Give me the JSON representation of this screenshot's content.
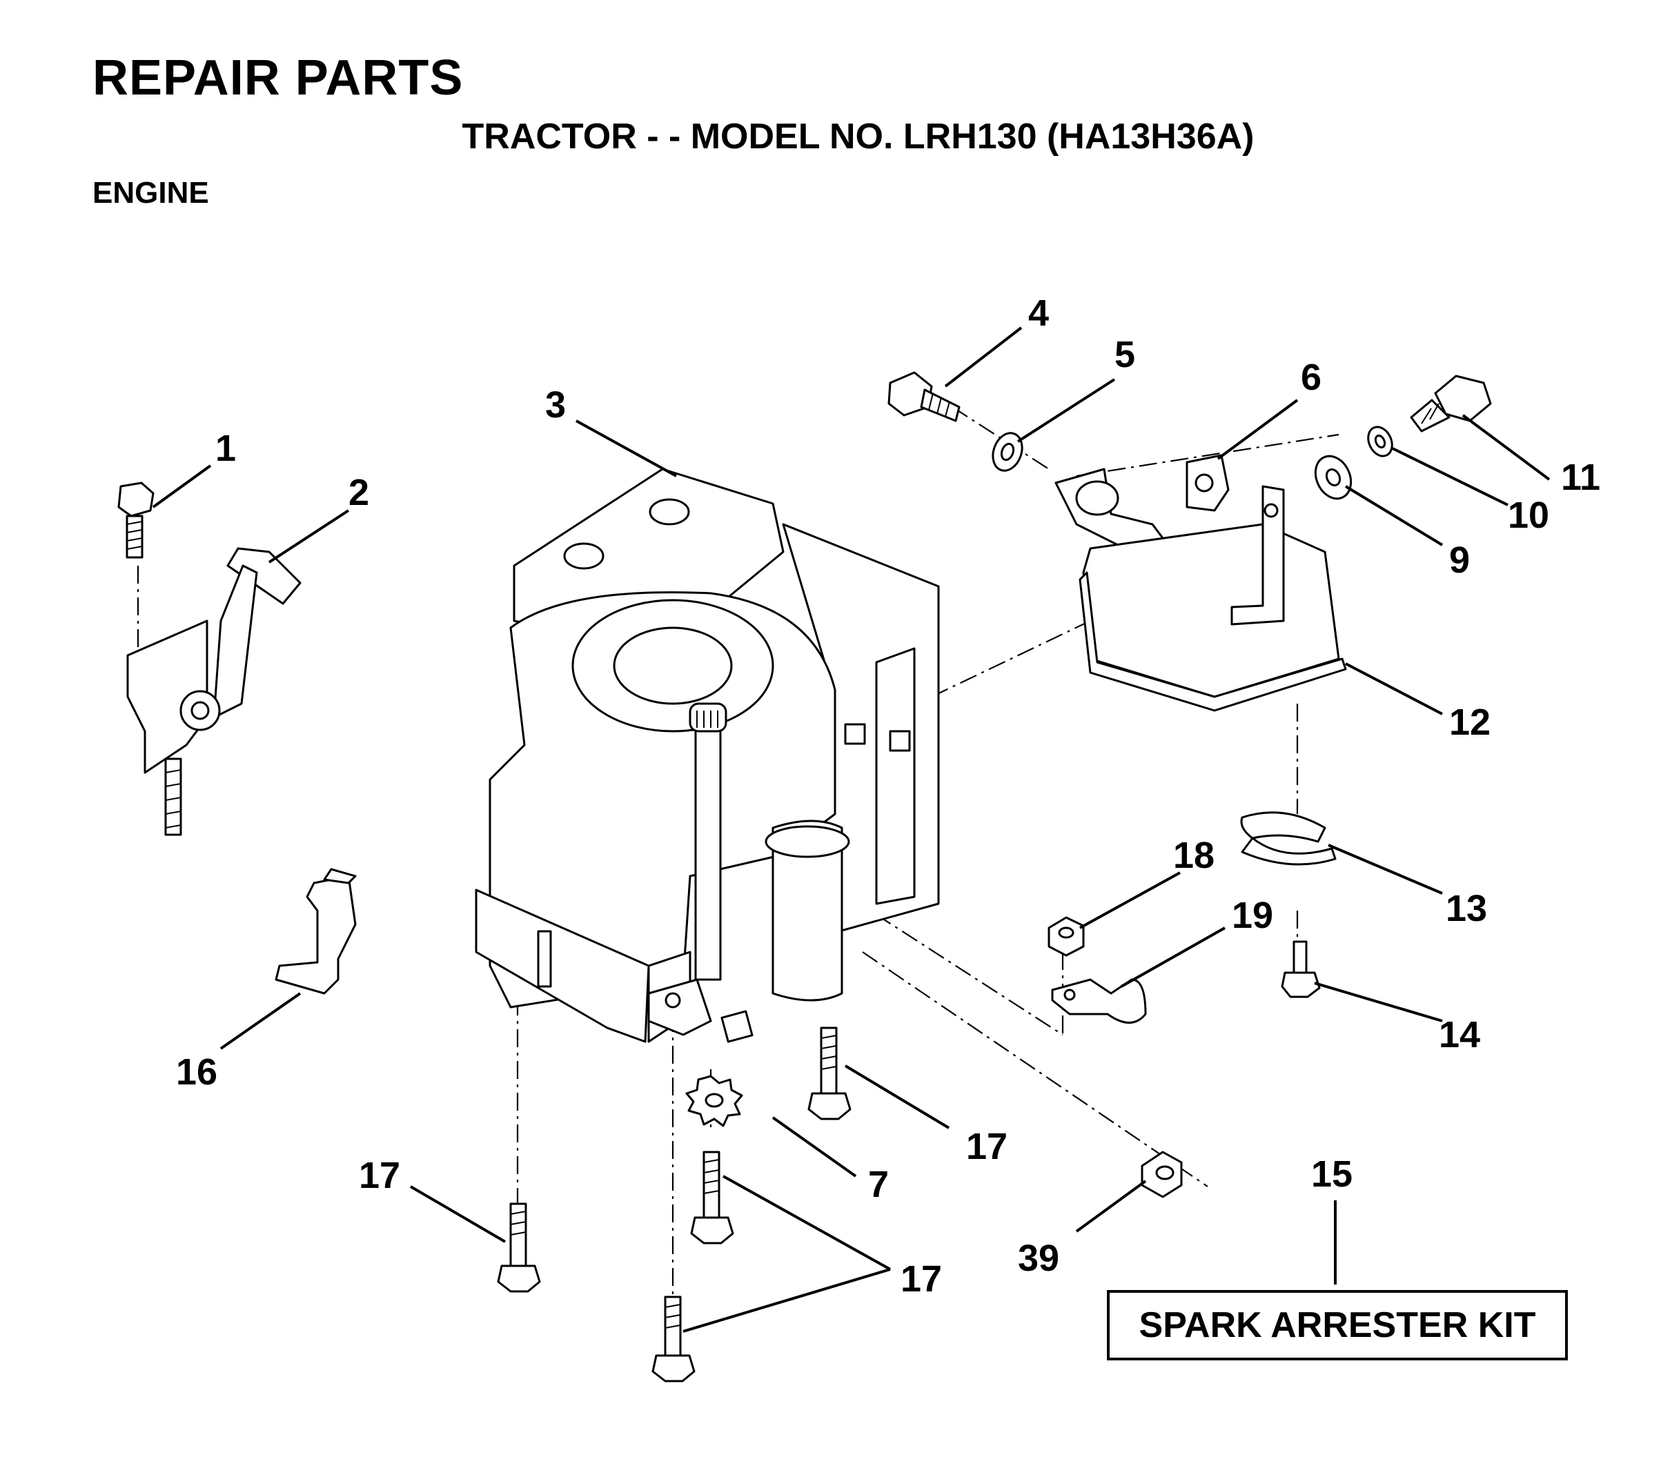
{
  "header": {
    "title": "REPAIR PARTS",
    "subtitle": "TRACTOR - - MODEL NO. LRH130 (HA13H36A)",
    "section": "ENGINE"
  },
  "kit": {
    "label": "SPARK ARRESTER KIT"
  },
  "callouts": {
    "c1": "1",
    "c2": "2",
    "c3": "3",
    "c4": "4",
    "c5": "5",
    "c6": "6",
    "c7": "7",
    "c9": "9",
    "c10": "10",
    "c11": "11",
    "c12": "12",
    "c13": "13",
    "c14": "14",
    "c15": "15",
    "c16": "16",
    "c17a": "17",
    "c17b": "17",
    "c17c": "17",
    "c18": "18",
    "c19": "19",
    "c39": "39"
  }
}
